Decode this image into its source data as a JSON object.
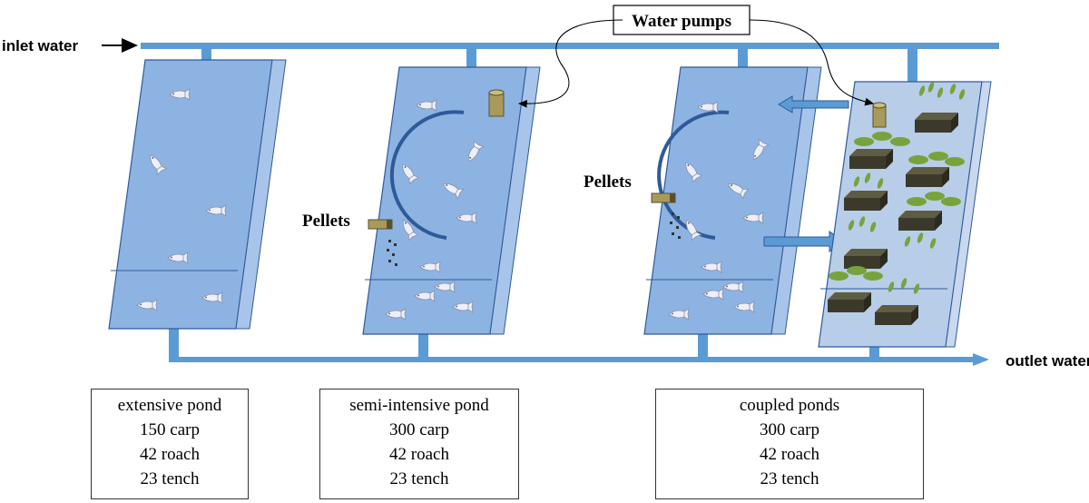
{
  "labels": {
    "inlet": "inlet water",
    "outlet": "outlet water",
    "pumps": "Water pumps",
    "pellets_1": "Pellets",
    "pellets_2": "Pellets"
  },
  "ponds": [
    {
      "name": "extensive pond",
      "carp": "150 carp",
      "roach": "42 roach",
      "tench": "23 tench"
    },
    {
      "name": "semi-intensive pond",
      "carp": "300 carp",
      "roach": "42 roach",
      "tench": "23 tench"
    },
    {
      "name": "coupled ponds",
      "carp": "300 carp",
      "roach": "42 roach",
      "tench": "23 tench"
    }
  ],
  "colors": {
    "water": "#8db3e2",
    "pipe": "#5b9bd5",
    "tank_edge": "#2e5a9a",
    "wetland": "#b8cde8",
    "planter": "#3b3a2a",
    "leaf": "#77a33c",
    "pump": "#a89a5a"
  }
}
